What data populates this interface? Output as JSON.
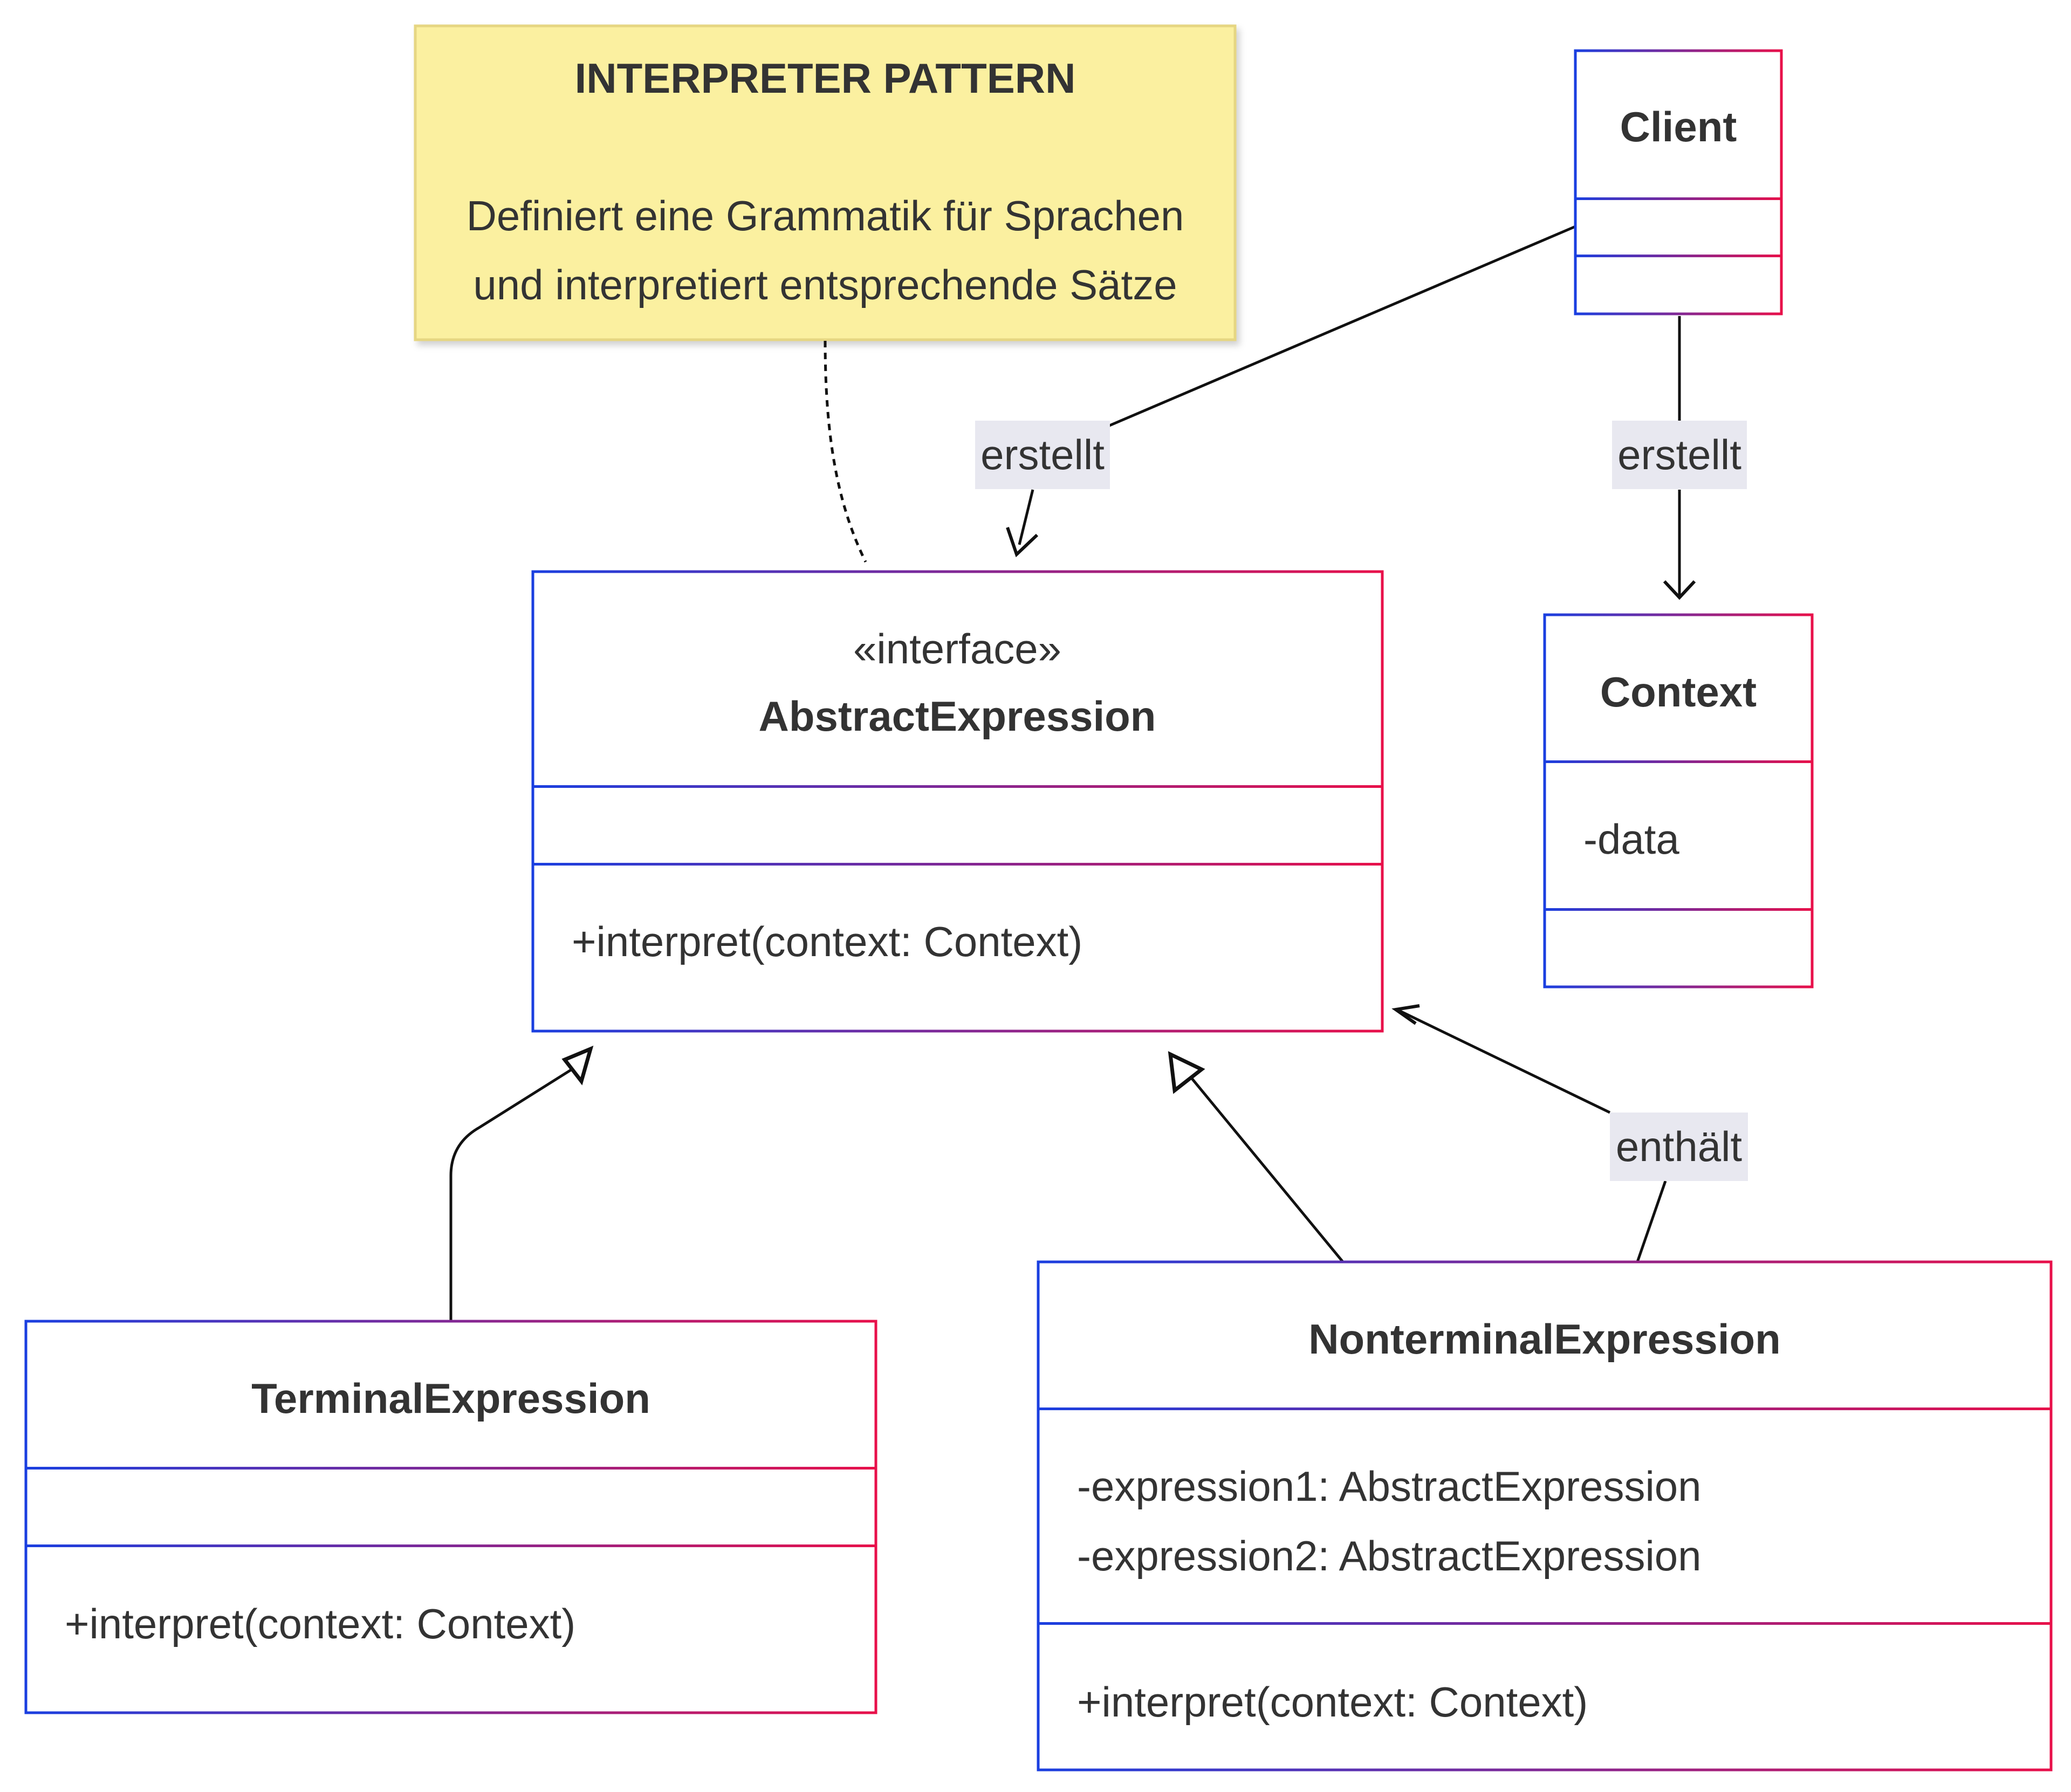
{
  "note": {
    "title": "INTERPRETER PATTERN",
    "lines": [
      "Definiert eine Grammatik für Sprachen",
      "und interpretiert entsprechende Sätze"
    ]
  },
  "classes": {
    "client": {
      "name": "Client"
    },
    "context": {
      "name": "Context",
      "attributes": [
        "-data"
      ]
    },
    "abstract_expression": {
      "stereotype": "«interface»",
      "name": "AbstractExpression",
      "methods": [
        "+interpret(context: Context)"
      ]
    },
    "terminal_expression": {
      "name": "TerminalExpression",
      "methods": [
        "+interpret(context: Context)"
      ]
    },
    "nonterminal_expression": {
      "name": "NonterminalExpression",
      "attributes": [
        "-expression1: AbstractExpression",
        "-expression2: AbstractExpression"
      ],
      "methods": [
        "+interpret(context: Context)"
      ]
    }
  },
  "relations": {
    "client_creates_abstract": "erstellt",
    "client_creates_context": "erstellt",
    "nonterminal_contains_abstract": "enthält"
  },
  "colors": {
    "border_start": "#1a3fe0",
    "border_end": "#e8104a",
    "note_fill": "#fbf0a0",
    "note_border": "#e6d682",
    "label_bg": "#e8e8f0",
    "text": "#333333"
  }
}
